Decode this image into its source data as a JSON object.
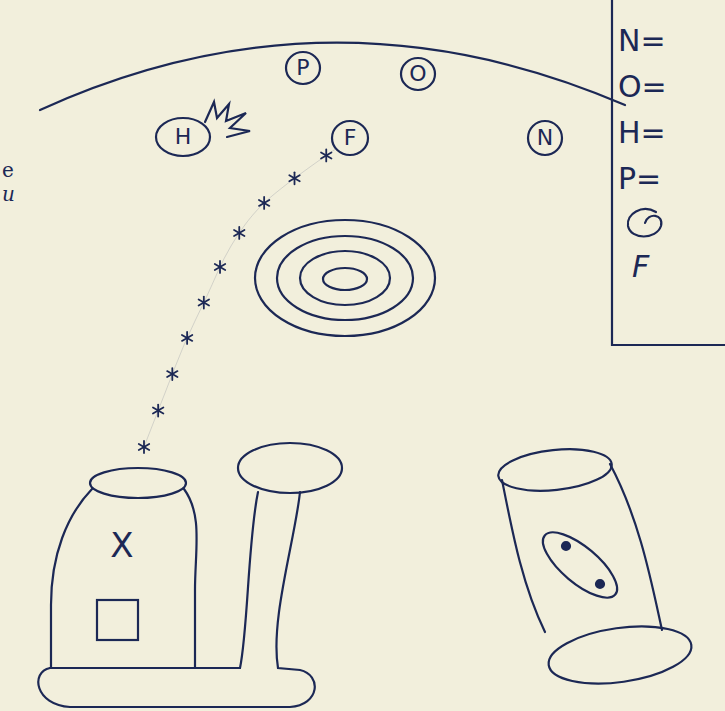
{
  "diagram": {
    "nodes": [
      {
        "text": [
          "P"
        ]
      },
      {
        "text": [
          "O"
        ]
      },
      {
        "text": [
          "H"
        ]
      },
      {
        "text": [
          "F"
        ]
      },
      {
        "text": [
          "N"
        ]
      },
      {
        "text": [
          "X"
        ]
      }
    ],
    "edges": [
      {
        "from": 5,
        "to": 3,
        "arrow": "none"
      }
    ],
    "labels": [
      "e",
      "u"
    ],
    "legend": [
      {
        "text": "N="
      },
      {
        "text": "O="
      },
      {
        "text": "H="
      },
      {
        "text": "P="
      },
      {
        "text": "F"
      }
    ]
  }
}
